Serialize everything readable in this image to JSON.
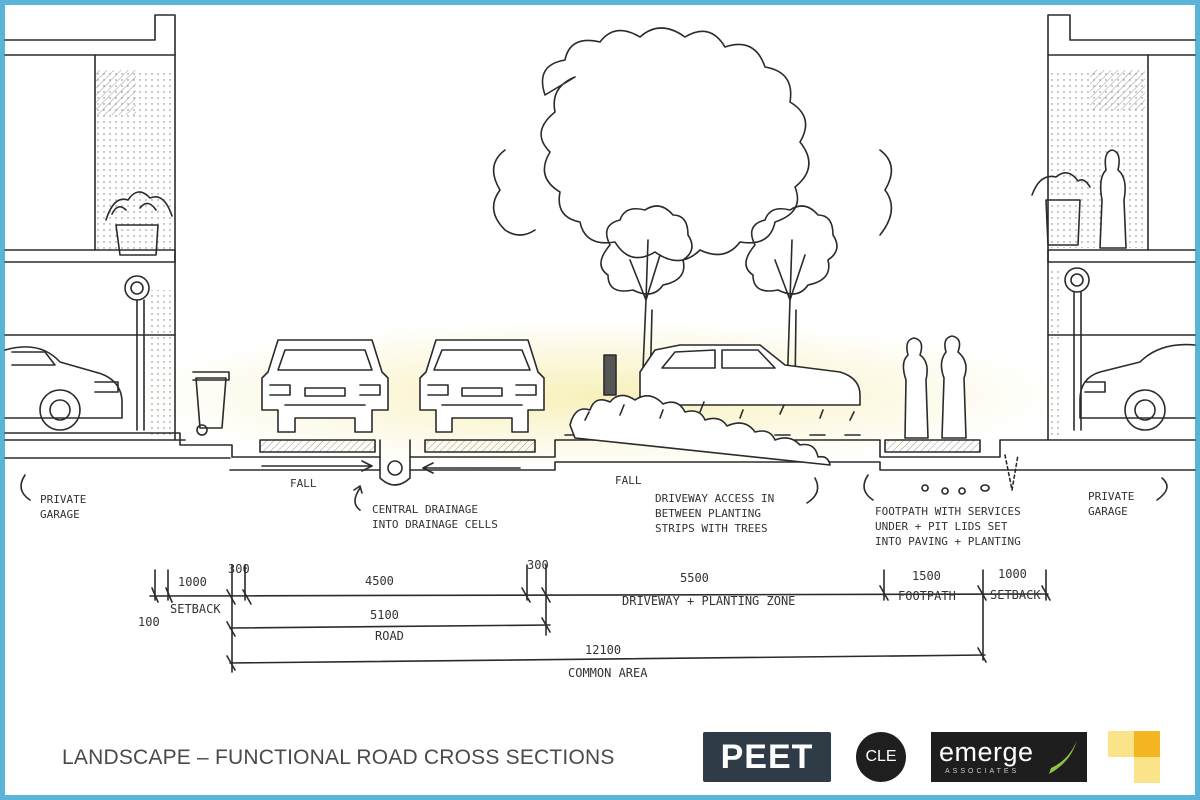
{
  "labels": {
    "private_garage_left": [
      "PRIVATE",
      "GARAGE"
    ],
    "private_garage_right": [
      "PRIVATE",
      "GARAGE"
    ],
    "fall_left": "FALL",
    "fall_right": "FALL",
    "central_drainage": [
      "CENTRAL DRAINAGE",
      "INTO DRAINAGE CELLS"
    ],
    "driveway_access": [
      "DRIVEWAY ACCESS IN",
      "BETWEEN PLANTING",
      "STRIPS WITH TREES"
    ],
    "footpath_services": [
      "FOOTPATH WITH SERVICES",
      "UNDER + PIT LIDS SET",
      "INTO PAVING + PLANTING"
    ]
  },
  "dimensions": {
    "d100": "100",
    "d1000_left": "1000",
    "setback_left": "SETBACK",
    "d300_left": "300",
    "d4500": "4500",
    "d300_right": "300",
    "d5500": "5500",
    "driveway_zone": "DRIVEWAY + PLANTING ZONE",
    "d1500": "1500",
    "footpath": "FOOTPATH",
    "d1000_right": "1000",
    "setback_right": "SETBACK",
    "d5100": "5100",
    "road": "ROAD",
    "d12100": "12100",
    "common_area": "COMMON AREA"
  },
  "footer": {
    "title": "LANDSCAPE – FUNCTIONAL ROAD CROSS SECTIONS",
    "logo_peet": "PEET",
    "logo_cle": "CLE",
    "logo_emerge": "emerge",
    "logo_emerge_sub": "ASSOCIATES"
  },
  "colors": {
    "frame": "#5ab4d8",
    "highlight": "#f7eeb0",
    "logo_square_light": "#fbe38a",
    "logo_square_dark": "#f3b622"
  }
}
